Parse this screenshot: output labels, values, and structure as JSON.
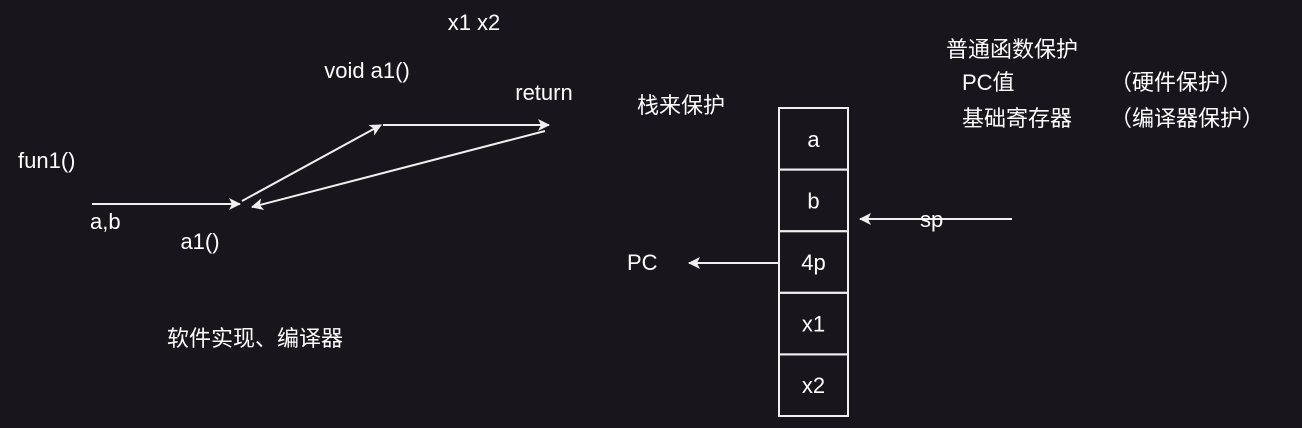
{
  "colors": {
    "background": "#18161c",
    "stroke": "#f0f0f0",
    "text": "#ffffff"
  },
  "labels": {
    "x1x2": "x1 x2",
    "void_a1": "void a1()",
    "return": "return",
    "fun1": "fun1()",
    "ab": "a,b",
    "a1": "a1()",
    "software": "软件实现、编译器",
    "stack_protect": "栈来保护",
    "pc": "PC",
    "sp": "sp",
    "normal_func": "普通函数保护",
    "pc_value": "PC值",
    "hardware": "（硬件保护）",
    "base_regs": "基础寄存器",
    "compiler": "（编译器保护）"
  },
  "stack": [
    "a",
    "b",
    "4p",
    "x1",
    "x2"
  ]
}
